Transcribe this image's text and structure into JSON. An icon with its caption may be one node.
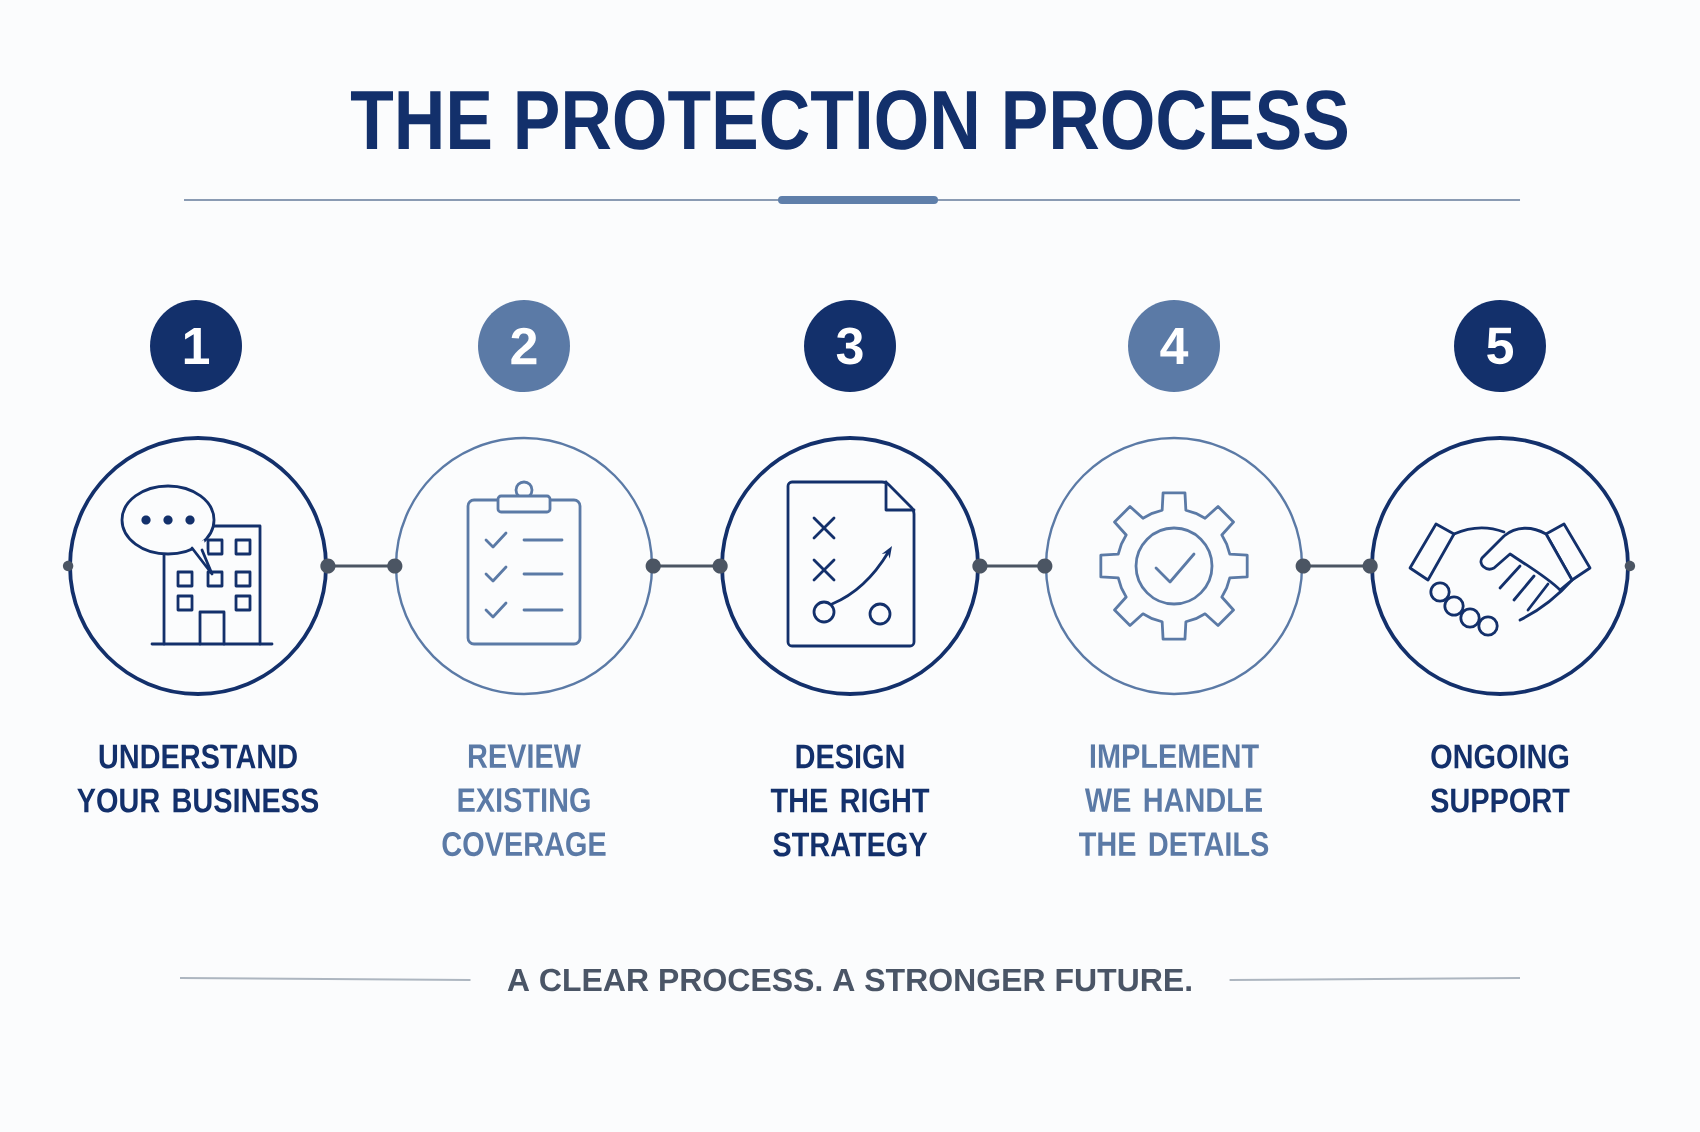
{
  "diagram": {
    "title": "THE PROTECTION PROCESS",
    "nodes": [
      {
        "text": [
          "1"
        ]
      },
      {
        "text": [
          "2"
        ]
      },
      {
        "text": [
          "3"
        ]
      },
      {
        "text": [
          "4"
        ]
      },
      {
        "text": [
          "5"
        ]
      },
      {
        "text": [],
        "shape": "circle",
        "beside": [
          "UNDERSTAND YOUR BUSINESS"
        ]
      },
      {
        "text": [],
        "shape": "circle",
        "beside": [
          "REVIEW EXISTING COVERAGE"
        ]
      },
      {
        "text": [],
        "shape": "circle",
        "beside": [
          "DESIGN THE RIGHT STRATEGY"
        ]
      },
      {
        "text": [],
        "shape": "circle",
        "beside": [
          "IMPLEMENT WE HANDLE THE DETAILS"
        ]
      },
      {
        "text": [],
        "shape": "circle",
        "beside": [
          "ONGOING SUPPORT"
        ]
      }
    ],
    "edges": [
      {
        "from": 5,
        "to": 6,
        "arrow": "other"
      },
      {
        "from": 6,
        "to": 7,
        "arrow": "other"
      },
      {
        "from": 7,
        "to": 8,
        "arrow": "other"
      },
      {
        "from": 8,
        "to": 9,
        "arrow": "other"
      }
    ],
    "labels": [
      "A CLEAR PROCESS. A STRONGER FUTURE."
    ]
  }
}
